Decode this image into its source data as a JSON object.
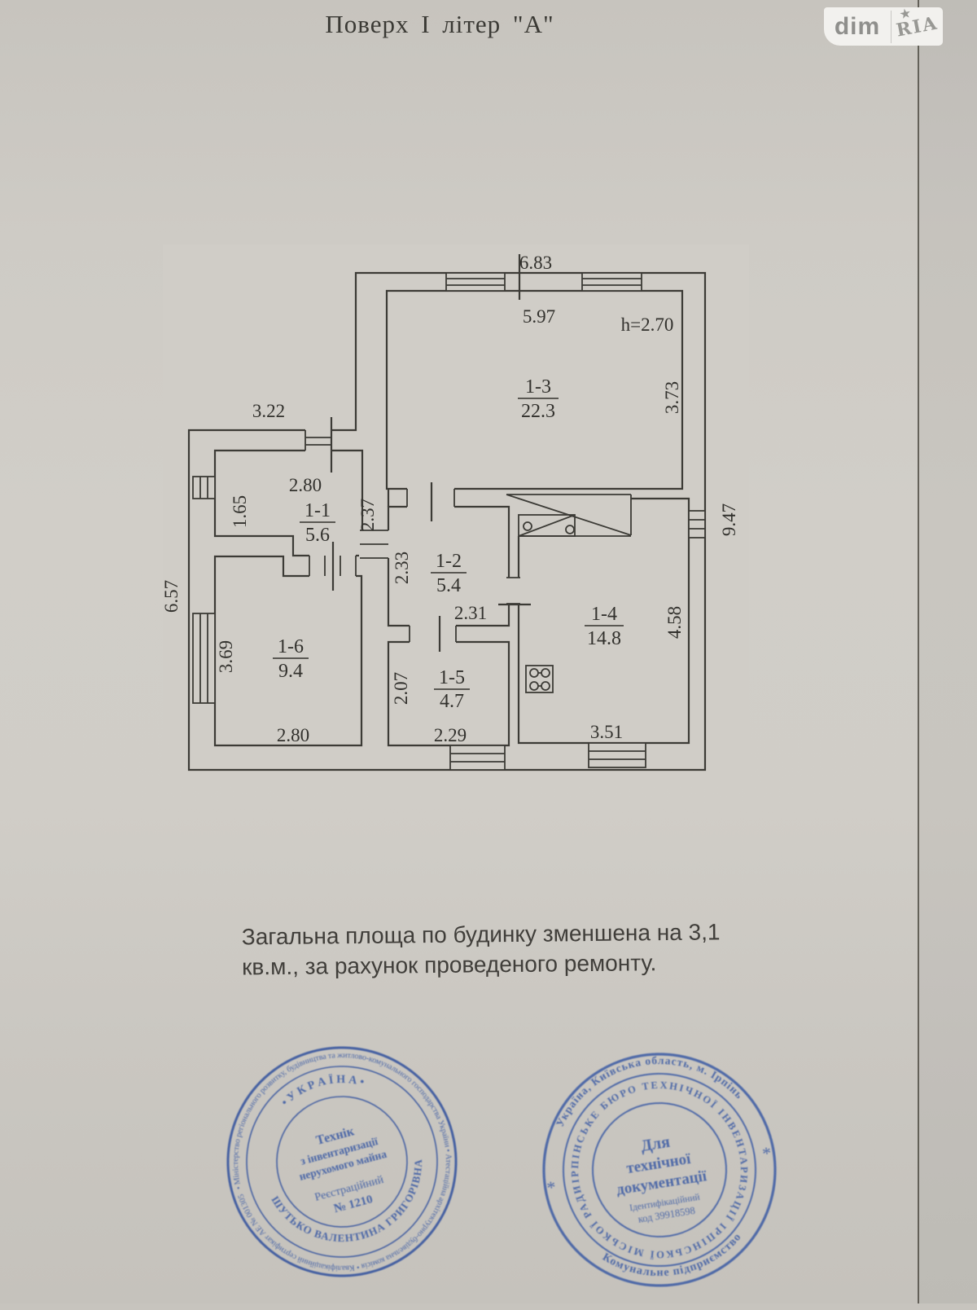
{
  "page": {
    "title": "Поверх І  літер \"А\"",
    "note_line1": "Загальна площа по будинку зменшена на 3,1",
    "note_line2": "кв.м., за рахунок проведеного ремонту."
  },
  "logo": {
    "dim": "dim",
    "ria": "RIA",
    "star": "★"
  },
  "plan": {
    "height_note": "h=2.70",
    "rooms": [
      {
        "id": "1-1",
        "area": "5.6"
      },
      {
        "id": "1-2",
        "area": "5.4"
      },
      {
        "id": "1-3",
        "area": "22.3"
      },
      {
        "id": "1-4",
        "area": "14.8"
      },
      {
        "id": "1-5",
        "area": "4.7"
      },
      {
        "id": "1-6",
        "area": "9.4"
      }
    ],
    "dims": {
      "top_width": "6.83",
      "r13_width": "5.97",
      "r13_height": "3.73",
      "right_height": "9.47",
      "left_top_width": "3.22",
      "r11_width": "2.80",
      "r11_height": "1.65",
      "r11_right": "2.37",
      "r12_height": "2.33",
      "r12_width": "2.31",
      "left_height": "6.57",
      "r16_height": "3.69",
      "r16_width": "2.80",
      "r15_height": "2.07",
      "r15_width": "2.29",
      "r14_height": "4.58",
      "r14_width": "3.51"
    }
  },
  "stamps": {
    "left": {
      "outer_ring": "• Міністерство регіонального розвитку, будівництва та житлово-комунального господарства України • Атестаційна архітектурно-будівельна комісія • Кваліфікаційний сертифікат АЕ № 001305",
      "inner_ring_top": "• У К Р А Ї Н А •",
      "inner_ring_bottom": "ШУТЬКО ВАЛЕНТИНА ГРИГОРІВНА",
      "line1": "Технік",
      "line2": "з інвентаризації",
      "line3": "нерухомого майна",
      "line4": "Реєстраційний",
      "line5": "№ 1210"
    },
    "right": {
      "outer_top": "Україна, Київська область, м. Ірпінь",
      "outer_bottom": "Комунальне підприємство",
      "star": "*",
      "middle_ring": "ІРПІНСЬКЕ БЮРО ТЕХНІЧНОЇ ІНВЕНТАРИЗАЦІЇ ІРПІНСЬКОЇ МІСЬКОЇ РАДИ",
      "line1": "Для",
      "line2": "технічної",
      "line3": "документації",
      "line4": "Ідентифікаційний",
      "line5": "код 39918598"
    }
  }
}
